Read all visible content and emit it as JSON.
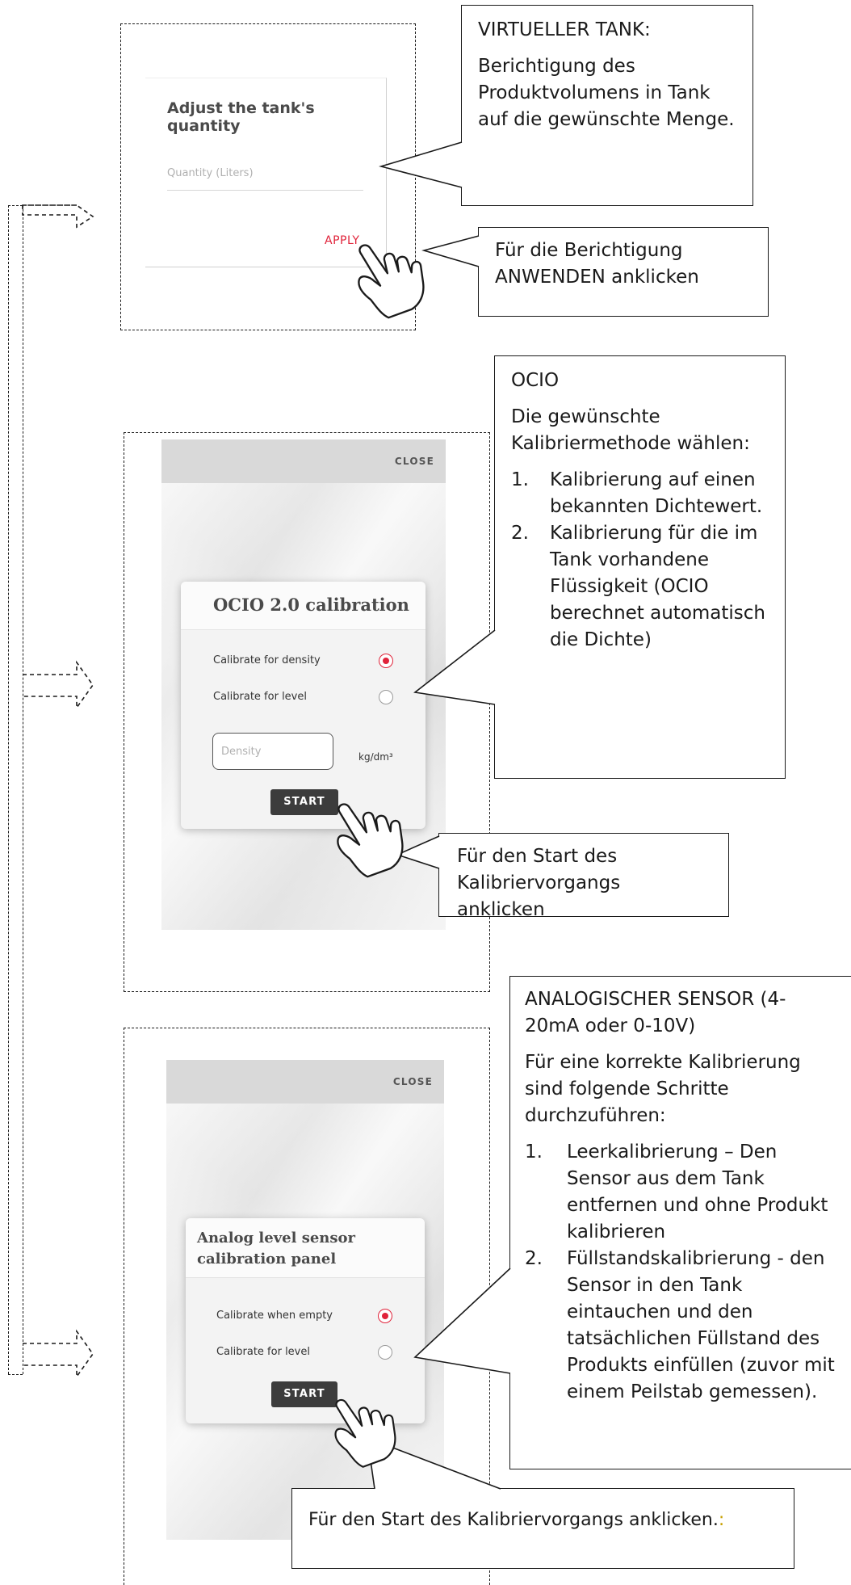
{
  "virtual_tank": {
    "dialog_title": "Adjust the tank's quantity",
    "quantity_placeholder": "Quantity (Liters)",
    "apply_label": "APPLY",
    "callout_heading": "VIRTUELLER TANK:",
    "callout_text": "Berichtigung des Produktvolumens in Tank auf die gewünschte Menge.",
    "apply_callout": "Für die Berichtigung ANWENDEN anklicken"
  },
  "ocio": {
    "close_label": "CLOSE",
    "card_title": "OCIO 2.0 calibration",
    "option_density": "Calibrate for density",
    "option_level": "Calibrate for level",
    "density_placeholder": "Density",
    "density_unit": "kg/dm³",
    "start_label": "START",
    "callout_heading": "OCIO",
    "callout_intro": "Die gewünschte Kalibriermethode wählen:",
    "callout_items": [
      {
        "num": "1.",
        "text": "Kalibrierung auf einen bekannten Dichtewert."
      },
      {
        "num": "2.",
        "text": "Kalibrierung für die im Tank vorhandene Flüssigkeit (OCIO berechnet automatisch die Dichte)"
      }
    ],
    "start_callout": "Für den Start des Kalibriervorgangs anklicken"
  },
  "analog": {
    "close_label": "CLOSE",
    "card_title_line1": "Analog level sensor",
    "card_title_line2": "calibration panel",
    "option_empty": "Calibrate when empty",
    "option_level": "Calibrate for level",
    "start_label": "START",
    "callout_heading": "ANALOGISCHER SENSOR (4-20mA oder 0-10V)",
    "callout_intro": "Für eine korrekte Kalibrierung sind folgende Schritte durchzuführen:",
    "callout_items": [
      {
        "num": "1.",
        "text": "Leerkalibrierung – Den Sensor aus dem Tank entfernen und ohne Produkt kalibrieren"
      },
      {
        "num": "2.",
        "text": "Füllstandskalibrierung - den Sensor in den Tank eintauchen und den tatsächlichen Füllstand des Produkts einfüllen (zuvor mit einem Peilstab gemessen)."
      }
    ],
    "start_callout": "Für den Start des Kalibriervorgangs anklicken.",
    "start_callout_trailing": ":"
  },
  "colors": {
    "accent_red": "#e0233a",
    "button_dark": "#3c3c3c"
  }
}
